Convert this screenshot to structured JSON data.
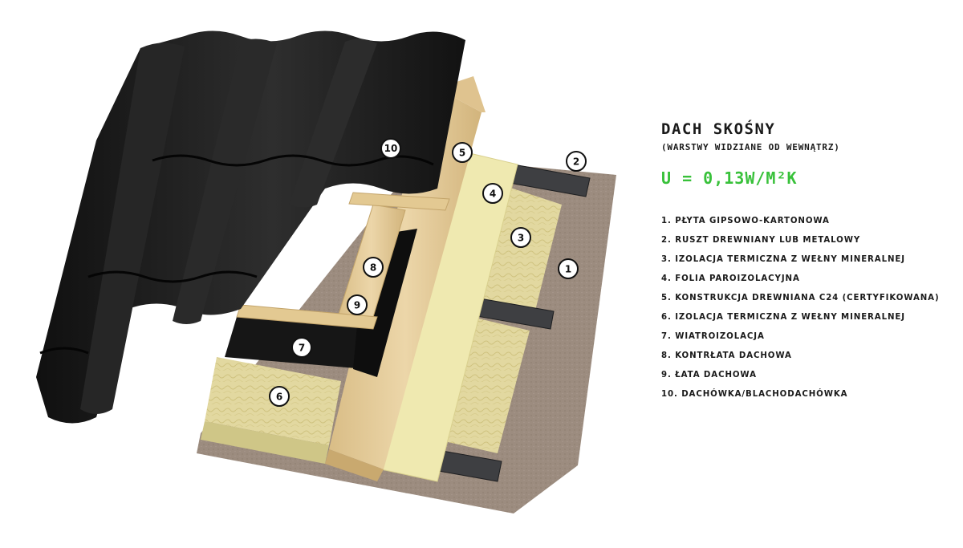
{
  "colors": {
    "accent": "#38c13a",
    "tile": "#1b1b1b",
    "tile_highlight": "#3a3a3a",
    "wood": "#e8cf9e",
    "wood_dark": "#cdb078",
    "insulation": "#e4db9f",
    "membrane_vapor": "#efe9b0",
    "drywall": "#9f8f82",
    "metal": "#3e3f42",
    "wind_membrane": "#161616",
    "text": "#1a1a1a"
  },
  "panel": {
    "title": "DACH SKOŚNY",
    "subtitle": "(WARSTWY WIDZIANE OD WEWNĄTRZ)",
    "u_value": "U = 0,13W/M²K"
  },
  "legend": [
    "1. PŁYTA GIPSOWO-KARTONOWA",
    "2. RUSZT DREWNIANY LUB METALOWY",
    "3. IZOLACJA TERMICZNA Z WEŁNY MINERALNEJ",
    "4. FOLIA PAROIZOLACYJNA",
    "5. KONSTRUKCJA DREWNIANA C24 (CERTYFIKOWANA)",
    "6. IZOLACJA TERMICZNA Z WEŁNY MINERALNEJ",
    "7. WIATROIZOLACJA",
    "8. KONTRŁATA DACHOWA",
    "9. ŁATA DACHOWA",
    "10. DACHÓWKA/BLACHODACHÓWKA"
  ],
  "markers": [
    "1",
    "2",
    "3",
    "4",
    "5",
    "6",
    "7",
    "8",
    "9",
    "10"
  ]
}
